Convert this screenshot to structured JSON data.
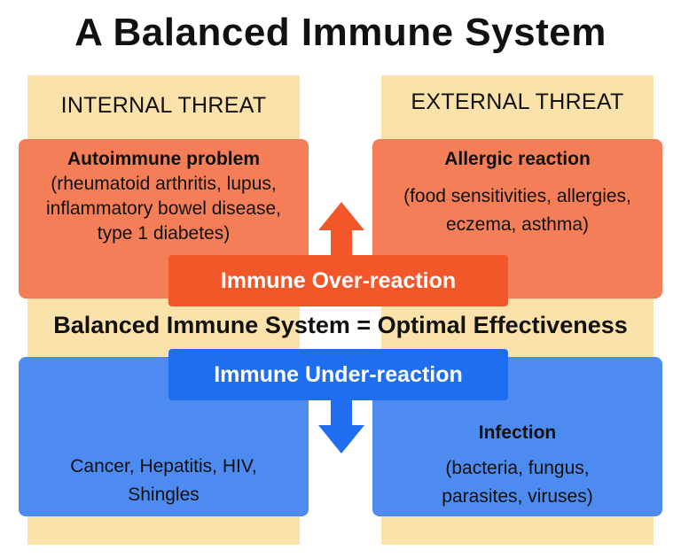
{
  "title": "A Balanced Immune System",
  "columns": {
    "internal_label": "INTERNAL THREAT",
    "external_label": "EXTERNAL THREAT"
  },
  "boxes": {
    "autoimmune": {
      "heading": "Autoimmune problem",
      "lines": [
        "(rheumatoid arthritis, lupus,",
        "inflammatory bowel disease,",
        "type 1 diabetes)"
      ]
    },
    "allergic": {
      "heading": "Allergic reaction",
      "lines": [
        "(food sensitivities, allergies,",
        "eczema, asthma)"
      ]
    },
    "cancer": {
      "lines": [
        "Cancer, Hepatitis, HIV,",
        "Shingles"
      ]
    },
    "infection": {
      "heading": "Infection",
      "lines": [
        "(bacteria, fungus,",
        "parasites, viruses)"
      ]
    }
  },
  "banners": {
    "over": "Immune Over-reaction",
    "under": "Immune Under-reaction"
  },
  "center_text": "Balanced Immune System = Optimal Effectiveness",
  "colors": {
    "cream": "#fbe2aa",
    "orange_box": "#f47e57",
    "orange_banner": "#f2572a",
    "blue_box": "#4d8bf0",
    "blue_banner": "#1f6ef0"
  },
  "icons": {
    "up_arrow": "arrow-up-icon",
    "down_arrow": "arrow-down-icon"
  }
}
